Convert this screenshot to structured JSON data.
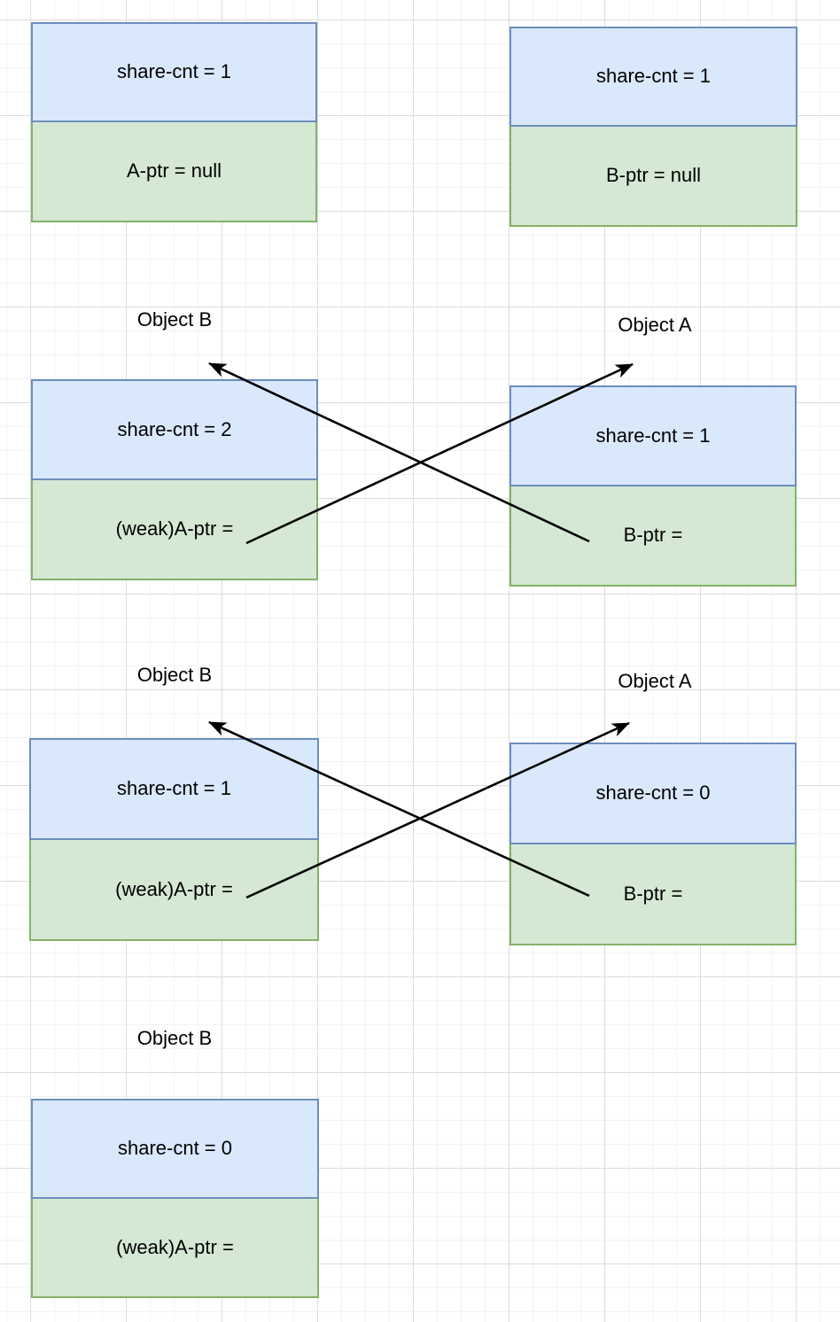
{
  "diagram": {
    "title_hint": "weak pointer reference counting diagram",
    "colors": {
      "count_cell_fill": "#dae8fc",
      "count_cell_border": "#6c8ebf",
      "pointer_cell_fill": "#d5e8d4",
      "pointer_cell_border": "#82b366",
      "arrow": "#000000",
      "text": "#000000",
      "grid_minor": "#f3f3f3",
      "grid_major": "#dcdcdc",
      "background": "#ffffff"
    },
    "groups": [
      {
        "name": "step-1",
        "left_box": {
          "top": "share-cnt = 1",
          "bottom": "A-ptr = null"
        },
        "right_box": {
          "top": "share-cnt = 1",
          "bottom": "B-ptr = null"
        }
      },
      {
        "name": "step-2",
        "left_label": "Object B",
        "right_label": "Object A",
        "left_box": {
          "top": "share-cnt = 2",
          "bottom": "(weak)A-ptr ="
        },
        "right_box": {
          "top": "share-cnt = 1",
          "bottom": "B-ptr ="
        },
        "arrows": [
          {
            "name": "weak-a-ptr-to-object-a",
            "from": "left_box.bottom",
            "to": "right_label"
          },
          {
            "name": "b-ptr-to-object-b",
            "from": "right_box.bottom",
            "to": "left_label"
          }
        ]
      },
      {
        "name": "step-3",
        "left_label": "Object B",
        "right_label": "Object A",
        "left_box": {
          "top": "share-cnt = 1",
          "bottom": "(weak)A-ptr ="
        },
        "right_box": {
          "top": "share-cnt = 0",
          "bottom": "B-ptr ="
        },
        "arrows": [
          {
            "name": "weak-a-ptr-to-object-a",
            "from": "left_box.bottom",
            "to": "right_label"
          },
          {
            "name": "b-ptr-to-object-b",
            "from": "right_box.bottom",
            "to": "left_label"
          }
        ]
      },
      {
        "name": "step-4",
        "left_label": "Object B",
        "left_box": {
          "top": "share-cnt = 0",
          "bottom": "(weak)A-ptr ="
        }
      }
    ]
  }
}
